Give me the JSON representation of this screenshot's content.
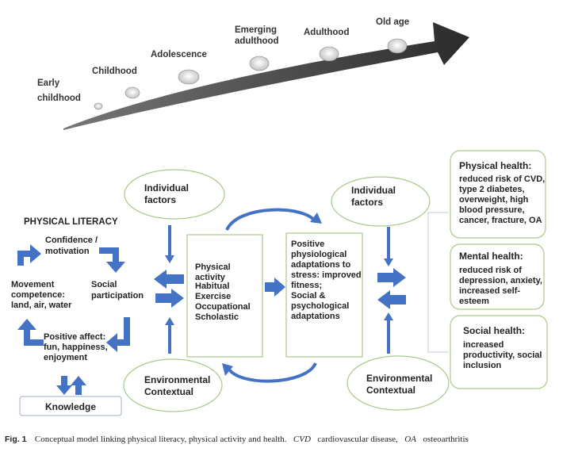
{
  "stages": [
    {
      "label": [
        "Early",
        "childhood"
      ]
    },
    {
      "label": [
        "Childhood"
      ]
    },
    {
      "label": [
        "Adolescence"
      ]
    },
    {
      "label": [
        "Emerging",
        "adulthood"
      ]
    },
    {
      "label": [
        "Adulthood"
      ]
    },
    {
      "label": [
        "Old age"
      ]
    }
  ],
  "physical_literacy": {
    "title": "PHYSICAL LITERACY",
    "confidence": [
      "Confidence /",
      "motivation"
    ],
    "social": [
      "Social",
      "participation"
    ],
    "movement": [
      "Movement",
      "competence:",
      "land, air, water"
    ],
    "affect": [
      "Positive affect:",
      "fun, happiness,",
      "enjoyment"
    ],
    "knowledge": "Knowledge"
  },
  "individual_factors": [
    "Individual",
    "factors"
  ],
  "environmental": [
    "Environmental",
    "Contextual"
  ],
  "activity_box": [
    "Physical",
    "activity",
    "",
    "Habitual",
    "Exercise",
    "Occupational",
    "Scholastic"
  ],
  "adaptation_box": [
    "Positive",
    "physiological",
    "adaptations to",
    "stress: improved",
    "fitness;",
    "",
    "Social &",
    "psychological",
    "adaptations"
  ],
  "health": {
    "physical": {
      "heading": "Physical health:",
      "lines": [
        "reduced risk of CVD,",
        "type 2 diabetes,",
        "overweight, high",
        "blood pressure,",
        "cancer, fracture, OA"
      ]
    },
    "mental": {
      "heading": "Mental health:",
      "lines": [
        "reduced risk of",
        "depression, anxiety,",
        "increased self-",
        "esteem"
      ]
    },
    "social": {
      "heading": "Social health:",
      "lines": [
        "increased",
        "productivity, social",
        "inclusion"
      ]
    }
  },
  "caption": {
    "figure": "Fig. 1",
    "text": "Conceptual model linking physical literacy, physical activity and health.",
    "abbr1": "CVD",
    "def1": "cardiovascular disease,",
    "abbr2": "OA",
    "def2": "osteoarthritis"
  },
  "colors": {
    "arrow_blue": "#4472c4",
    "green_border": "#a9c98a",
    "timeline_dark": "#333333"
  }
}
